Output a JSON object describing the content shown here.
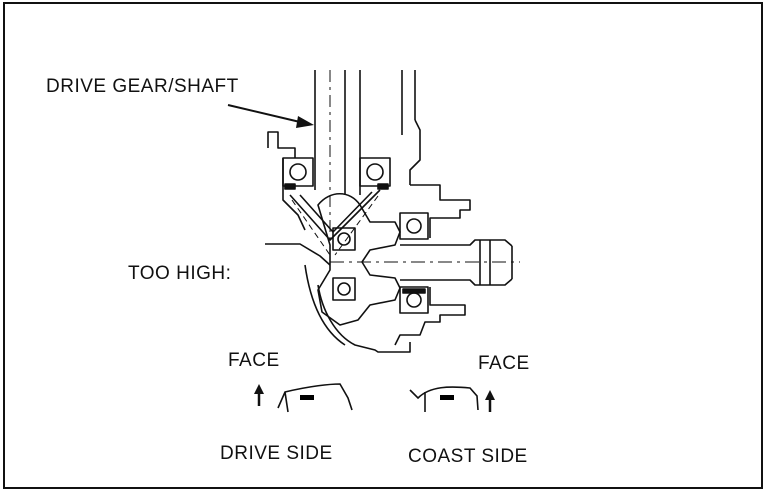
{
  "labels": {
    "drive_gear_shaft": "DRIVE GEAR/SHAFT",
    "too_high": "TOO HIGH:",
    "face_left": "FACE",
    "face_right": "FACE",
    "drive_side": "DRIVE SIDE",
    "coast_side": "COAST SIDE"
  },
  "colors": {
    "ink": "#111111",
    "tooth_marking": "#000000",
    "background": "#ffffff"
  },
  "icons": {
    "face_arrow": "up-arrow-icon"
  }
}
